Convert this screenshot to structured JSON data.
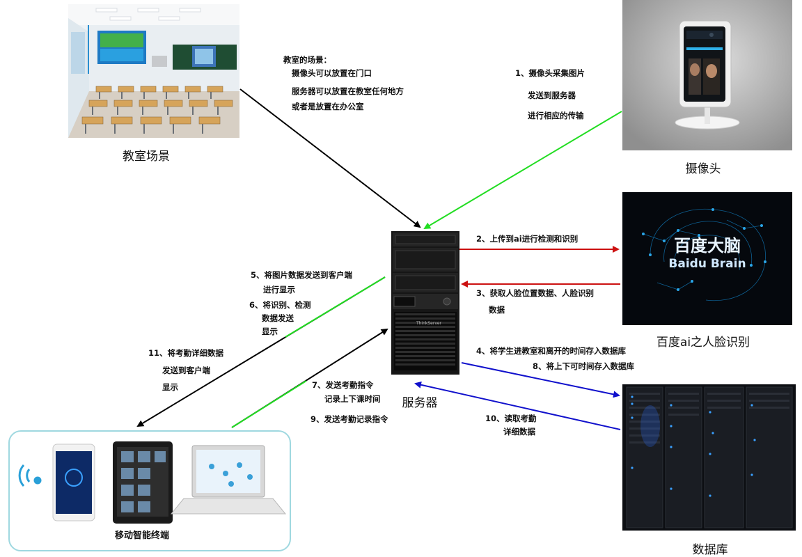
{
  "nodes": {
    "classroom": {
      "label": "教室场景"
    },
    "camera": {
      "label": "摄像头"
    },
    "baidu": {
      "label": "百度ai之人脸识别",
      "logo_cn": "百度大脑",
      "logo_en": "Baidu Brain"
    },
    "server": {
      "label": "服务器",
      "brand": "ThinkServer"
    },
    "database": {
      "label": "数据库"
    },
    "terminal": {
      "label": "移动智能终端"
    }
  },
  "notes": {
    "classroom": [
      "教室的场景：",
      "摄像头可以放置在门口",
      "服务器可以放置在教室任何地方",
      "或者是放置在办公室"
    ],
    "step1": [
      "1、摄像头采集图片",
      "发送到服务器",
      "进行相应的传输"
    ],
    "step2": [
      "2、上传到ai进行检测和识别"
    ],
    "step3": [
      "3、获取人脸位置数据、人脸识别",
      "数据"
    ],
    "step4": [
      "4、将学生进教室和离开的时间存入数据库"
    ],
    "step8": [
      "8、将上下可时间存入数据库"
    ],
    "step10": [
      "10、读取考勤",
      "详细数据"
    ],
    "step5": [
      "5、将图片数据发送到客户端",
      "进行显示"
    ],
    "step6": [
      "6、将识别、检测",
      "数据发送",
      "显示"
    ],
    "step11": [
      "11、将考勤详细数据",
      "发送到客户端",
      "显示"
    ],
    "step7": [
      "7、发送考勤指令",
      "记录上下课时间"
    ],
    "step9": [
      "9、发送考勤记录指令"
    ]
  },
  "colors": {
    "green": "#22dd22",
    "red": "#cc1111",
    "blue": "#1111cc",
    "black": "#000000",
    "terminal_border": "#9fd8e0"
  }
}
